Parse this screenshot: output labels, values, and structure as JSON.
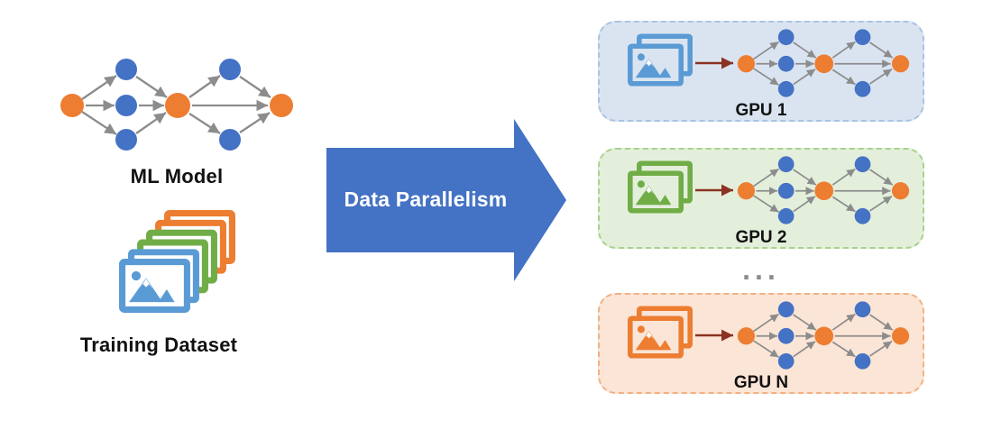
{
  "left_column": {
    "model_label": "ML Model",
    "dataset_label": "Training Dataset"
  },
  "transform_arrow": {
    "label": "Data Parallelism"
  },
  "ellipsis": "...",
  "gpu_panels": [
    {
      "label": "GPU 1",
      "fill": "#DAE4F1",
      "border": "#A9C4E2",
      "icon_color": "#5B9BD5"
    },
    {
      "label": "GPU 2",
      "fill": "#E3EFDB",
      "border": "#A9D18E",
      "icon_color": "#70AD47"
    },
    {
      "label": "GPU N",
      "fill": "#FBE5D6",
      "border": "#F2B184",
      "icon_color": "#ED7D31"
    }
  ],
  "colors": {
    "node_blue": "#4472C4",
    "node_orange": "#ED7D31",
    "edge_gray": "#8C8C8C",
    "big_arrow_blue": "#4472C4",
    "feed_arrow_red": "#8B3222",
    "label_black": "#121212",
    "ellipsis_gray": "#8C8C8C",
    "dataset_stack_back_to_front": [
      "#ED7D31",
      "#ED7D31",
      "#70AD47",
      "#70AD47",
      "#5B9BD5",
      "#5B9BD5"
    ]
  },
  "icons": {
    "dataset_icon": "image-stack-icon",
    "panel_icon": "image-stack-icon",
    "feed_arrow": "right-arrow-icon",
    "network": "neural-network-icon"
  }
}
